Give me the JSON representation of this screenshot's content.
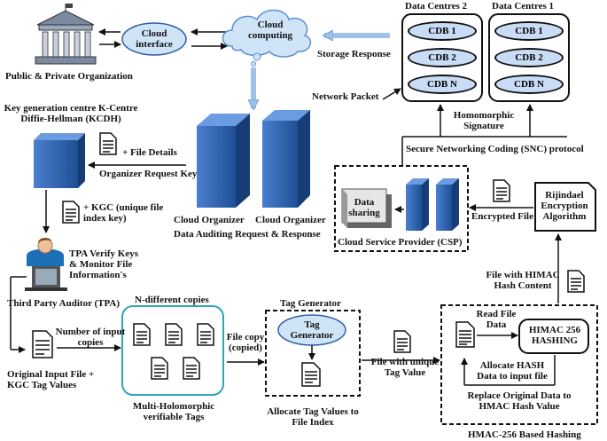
{
  "labels": {
    "public_org": "Public & Private Organization",
    "cloud_interface": "Cloud\ninterface",
    "cloud_computing": "Cloud\ncomputing",
    "data_centres_2": "Data Centres 2",
    "data_centres_1": "Data Centres 1",
    "storage_response": "Storage Response",
    "network_packet": "Network Packet",
    "homomorphic_signature": "Homomorphic\nSignature",
    "snc_protocol": "Secure Networking Coding (SNC) protocol",
    "kcdh_title": "Key generation centre K-Centre\nDiffie-Hellman (KCDH)",
    "file_details": "+ File Details",
    "organizer_request_key": "Organizer Request Key",
    "kgc_key": "+ KGC (unique file\nindex key)",
    "cloud_organizer_1": "Cloud Organizer",
    "cloud_organizer_2": "Cloud Organizer",
    "data_auditing": "Data Auditing Request & Response",
    "data_sharing": "Data\nsharing",
    "csp": "Cloud Service Provider (CSP)",
    "encrypted_file": "Encrypted File",
    "rijindael": "Rijindael\nEncryption\nAlgorithm",
    "tpa_verify": "TPA Verify Keys\n& Monitor File\nInformation's",
    "tpa": "Third Party Auditor (TPA)",
    "n_copies": "N-different copies",
    "number_input_copies": "Number of input\ncopies",
    "original_input": "Original Input File +\nKGC Tag Values",
    "multi_holo": "Multi-Holomorphic\nverifiable Tags",
    "file_copy": "File copy\n(copied)",
    "tag_generator_title": "Tag Generator",
    "tag_generator_box": "Tag\nGenerator",
    "allocate_tag": "Allocate Tag Values to\nFile Index",
    "file_unique_tag": "File with unique\nTag Value",
    "file_himac": "File with HIMAC\nHash Content",
    "read_file": "Read File\nData",
    "himac_hashing": "HIMAC 256\nHASHING",
    "allocate_hash": "Allocate HASH\nData to input file",
    "replace_original": "Replace Original Data to\nHMAC Hash Value",
    "himac_based": "HMAC-256 Based Hashing"
  },
  "cdb": {
    "dc2": [
      "CDB 1",
      "CDB 2",
      "CDB N"
    ],
    "dc1": [
      "CDB 1",
      "CDB 2",
      "CDB N"
    ]
  },
  "colors": {
    "cloud_blue": "#cfe4f7",
    "server_blue": "#2d5fa8",
    "arrow_light": "#9fc2ea",
    "teal_border": "#2aa7b8"
  }
}
